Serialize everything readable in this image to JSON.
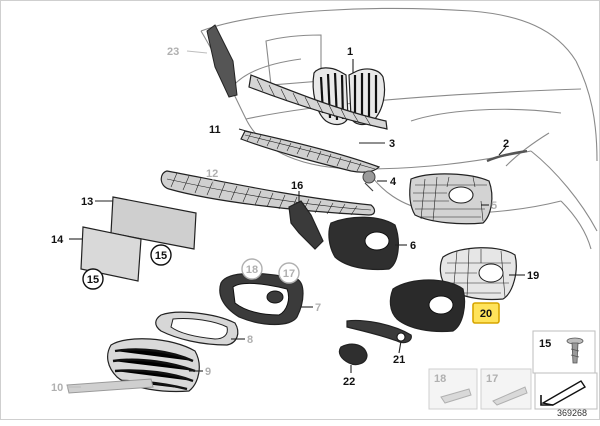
{
  "diagram": {
    "part_numbers": {
      "p1": "1",
      "p2": "2",
      "p3": "3",
      "p4": "4",
      "p5": "5",
      "p6": "6",
      "p7": "7",
      "p8": "8",
      "p9": "9",
      "p10": "10",
      "p11": "11",
      "p12": "12",
      "p13": "13",
      "p14": "14",
      "p15a": "15",
      "p15b": "15",
      "p16": "16",
      "p17": "17",
      "p18": "18",
      "p19": "19",
      "p20": "20",
      "p21": "21",
      "p22": "22",
      "p23": "23"
    },
    "legend": {
      "screw_number": "15",
      "clip_18": "18",
      "clip_17": "17"
    },
    "diagram_id": "369268",
    "selected_part": "20",
    "colors": {
      "highlight_fill": "#ffe35a",
      "highlight_border": "#d7a500",
      "line": "#222222",
      "muted": "#b0b0b0"
    }
  }
}
